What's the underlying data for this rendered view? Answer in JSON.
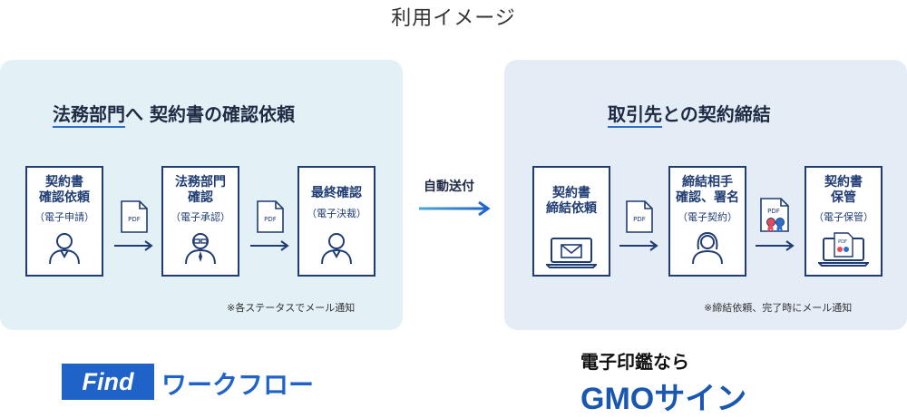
{
  "page_title": "利用イメージ",
  "left": {
    "title_underlined": "法務部門",
    "title_rest": "へ 契約書の確認依頼",
    "steps": [
      {
        "label": "契約書\n確認依頼",
        "sub": "（電子申請）",
        "icon": "person-icon"
      },
      {
        "label": "法務部門\n確認",
        "sub": "（電子承認）",
        "icon": "person-glasses-icon"
      },
      {
        "label": "最終確認",
        "sub": "（電子決裁）",
        "icon": "person-icon"
      }
    ],
    "note": "※各ステータスでメール通知"
  },
  "connector": {
    "label": "自動送付"
  },
  "right": {
    "title_underlined": "取引先",
    "title_rest": "との契約締結",
    "steps": [
      {
        "label": "契約書\n締結依頼",
        "sub": "",
        "icon": "laptop-mail-icon"
      },
      {
        "label": "締結相手\n確認、署名",
        "sub": "（電子契約）",
        "icon": "woman-icon"
      },
      {
        "label": "契約書\n保管",
        "sub": "（電子保管）",
        "icon": "laptop-certificate-icon"
      }
    ],
    "note": "※締結依頼、完了時にメール通知"
  },
  "pdf_label": "PDF",
  "logos": {
    "find_box": "Find",
    "find_text": "ワークフロー",
    "gmo_top": "電子印鑑なら",
    "gmo_bottom": "GMOサイン"
  },
  "colors": {
    "navy": "#1f3c73",
    "blue": "#1f63c9",
    "left_panel": "#e3f1f6",
    "right_panel": "#e4edf6",
    "gmo_blue": "#1a57b0"
  }
}
